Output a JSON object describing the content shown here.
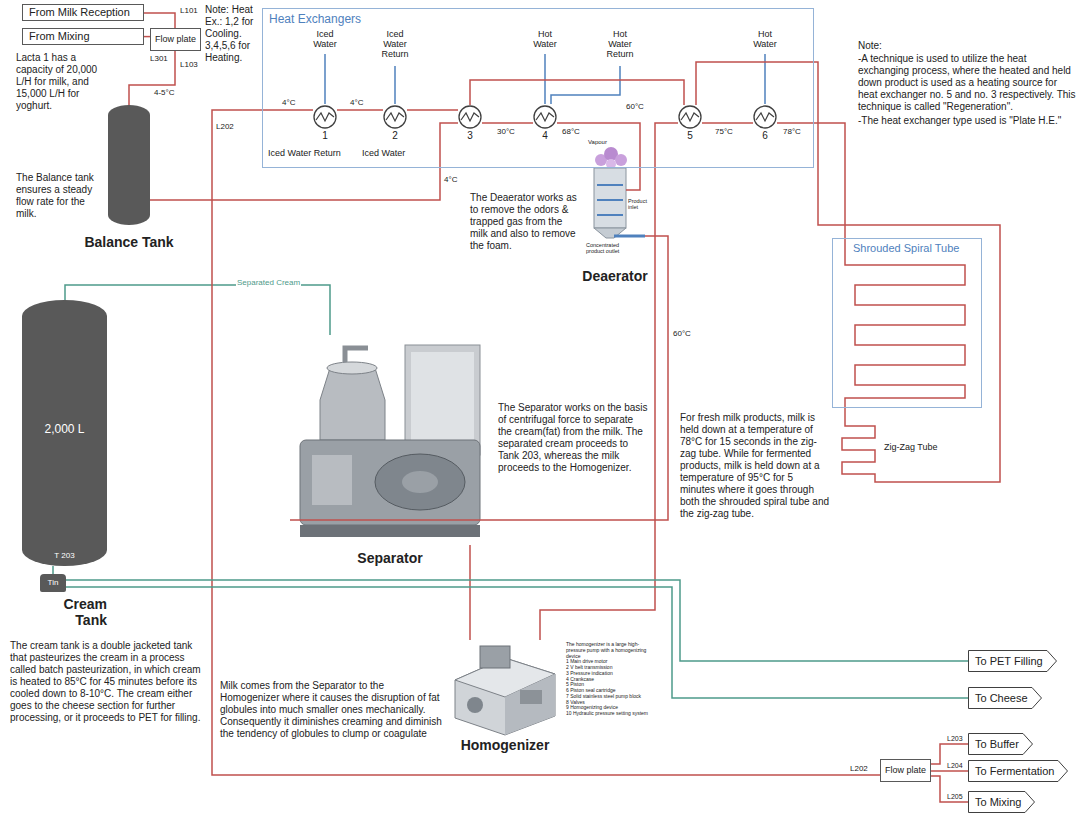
{
  "diagram": {
    "nodes": [
      {
        "text": [
          "From Milk Reception"
        ]
      },
      {
        "text": [
          "From Mixing"
        ]
      },
      {
        "text": [
          "Flow plate"
        ]
      },
      {
        "text": [
          "Balance Tank"
        ]
      },
      {
        "text": [
          "Heat Exchangers"
        ]
      },
      {
        "text": [
          "1"
        ],
        "in": 4
      },
      {
        "text": [
          "2"
        ],
        "in": 4
      },
      {
        "text": [
          "3"
        ],
        "in": 4
      },
      {
        "text": [
          "4"
        ],
        "in": 4
      },
      {
        "text": [
          "5"
        ],
        "in": 4
      },
      {
        "text": [
          "6"
        ],
        "in": 4
      },
      {
        "text": [
          "Deaerator"
        ]
      },
      {
        "text": [
          "Shrouded Spiral Tube"
        ]
      },
      {
        "text": [
          "Zig-Zag Tube"
        ]
      },
      {
        "text": [
          "Separator"
        ]
      },
      {
        "text": [
          "2,000 L",
          "T 203",
          "Cream Tank"
        ]
      },
      {
        "text": [
          "Tin"
        ]
      },
      {
        "text": [
          "Homogenizer"
        ]
      },
      {
        "text": [
          "Flow plate"
        ]
      },
      {
        "text": [
          "To PET Filling"
        ]
      },
      {
        "text": [
          "To Cheese"
        ]
      },
      {
        "text": [
          "To Buffer"
        ]
      },
      {
        "text": [
          "To Fermentation"
        ]
      },
      {
        "text": [
          "To Mixing"
        ]
      }
    ],
    "edges": [
      {
        "from": 0,
        "to": 2,
        "arrow": "none"
      },
      {
        "from": 1,
        "to": 2,
        "arrow": "none"
      },
      {
        "from": 2,
        "to": 3,
        "arrow": "none"
      },
      {
        "from": 3,
        "to": 7,
        "arrow": "none"
      },
      {
        "from": 7,
        "to": 8,
        "arrow": "none"
      },
      {
        "from": 8,
        "to": 11,
        "arrow": "none"
      },
      {
        "from": 11,
        "to": 14,
        "label": "60°C",
        "arrow": "none"
      },
      {
        "from": 14,
        "to": 17,
        "arrow": "none"
      },
      {
        "from": 14,
        "to": 15,
        "label": "Separated Cream",
        "arrow": "none"
      },
      {
        "from": 17,
        "to": 9,
        "arrow": "none"
      },
      {
        "from": 9,
        "to": 10,
        "arrow": "none"
      },
      {
        "from": 10,
        "to": 12,
        "arrow": "none"
      },
      {
        "from": 12,
        "to": 13,
        "arrow": "none"
      },
      {
        "from": 13,
        "to": 9,
        "arrow": "none"
      },
      {
        "from": 9,
        "to": 7,
        "arrow": "none"
      },
      {
        "from": 7,
        "to": 6,
        "arrow": "none"
      },
      {
        "from": 6,
        "to": 5,
        "arrow": "none"
      },
      {
        "from": 5,
        "to": 18,
        "arrow": "none"
      },
      {
        "from": 15,
        "to": 16,
        "arrow": "none"
      },
      {
        "from": 16,
        "to": 19,
        "arrow": "none"
      },
      {
        "from": 16,
        "to": 20,
        "arrow": "none"
      },
      {
        "from": 18,
        "to": 21,
        "label": "L203",
        "arrow": "none"
      },
      {
        "from": 18,
        "to": 22,
        "label": "L204",
        "arrow": "none"
      },
      {
        "from": 18,
        "to": 23,
        "label": "L205",
        "arrow": "none"
      }
    ],
    "labels": [
      "Note: Heat Ex.: 1,2 for Cooling. 3,4,5,6 for Heating.",
      "L101",
      "L301",
      "L103",
      "4-5°C",
      "Lacta 1 has a capacity of 20,000 L/H for milk, and 15,000 L/H for yoghurt.",
      "The Balance tank ensures a steady flow rate for the milk.",
      "L202",
      "Iced Water",
      "Iced Water Return",
      "Hot Water",
      "Hot Water Return",
      "Hot Water",
      "Iced Water Return",
      "Iced Water",
      "4°C",
      "4°C",
      "4°C",
      "30°C",
      "68°C",
      "60°C",
      "75°C",
      "78°C",
      "Note:",
      "-A technique is used to utilize the heat exchanging process, where the heated and held down product is used as a heating source for heat exchanger no. 5 and no. 3 respectively. This technique is called \"Regeneration\".",
      "-The heat exchanger type used is \"Plate H.E.\"",
      "The Deaerator works as to remove the odors & trapped gas from the milk and also to remove the foam.",
      "Vapour",
      "Product inlet",
      "Concentrated product outlet",
      "For fresh milk products, milk is held down at a temperature of 78°C for 15 seconds in the zig-zag tube. While for fermented products, milk is held down at a temperature of 95°C for 5 minutes where it goes through both the shrouded spiral tube and the zig-zag tube.",
      "The Separator works on the basis of centrifugal force to separate the cream(fat) from the milk. The separated cream proceeds to Tank 203, whereas the milk proceeds to the Homogenizer.",
      "The cream tank is a double jacketed tank that pasteurizes the cream in a process called batch pasteurization, in which cream is heated to 85°C for 45 minutes before its cooled down to 8-10°C. The cream either goes to the cheese section for further processing, or it proceeds to PET for filling.",
      "Milk comes from the Separator to the Homogenizer where it causes the disruption of fat globules into much smaller ones mechanically. Consequently it diminishes creaming and diminish the tendency of globules to clump or coagulate",
      "The homogenizer is a large high-pressure pump with a homogenizing device",
      "1 Main drive motor",
      "2 V belt transmission",
      "3 Pressure indication",
      "4 Crankcase",
      "5 Piston",
      "6 Piston seal cartridge",
      "7 Solid stainless steel pump block",
      "8 Valves",
      "9 Homogenizing device",
      "10 Hydraulic pressure setting system",
      "L202"
    ]
  }
}
